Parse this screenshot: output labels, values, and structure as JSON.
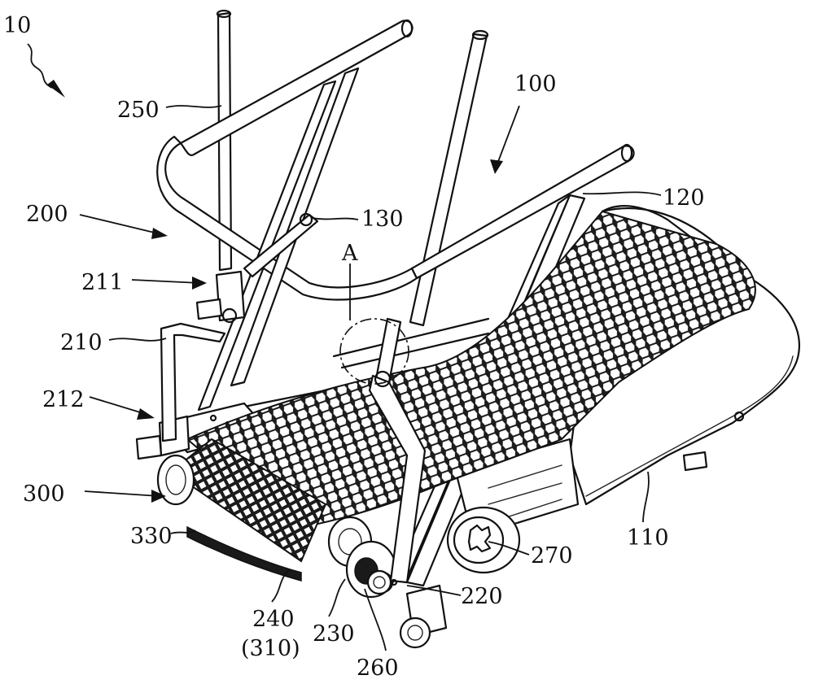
{
  "figure": {
    "labels": {
      "l10": "10",
      "l100": "100",
      "l110": "110",
      "l120": "120",
      "l130": "130",
      "lA": "A",
      "l200": "200",
      "l210": "210",
      "l211": "211",
      "l212": "212",
      "l220": "220",
      "l230": "230",
      "l240": "240",
      "l310": "(310)",
      "l250": "250",
      "l260": "260",
      "l270": "270",
      "l300": "300",
      "l330": "330"
    }
  }
}
